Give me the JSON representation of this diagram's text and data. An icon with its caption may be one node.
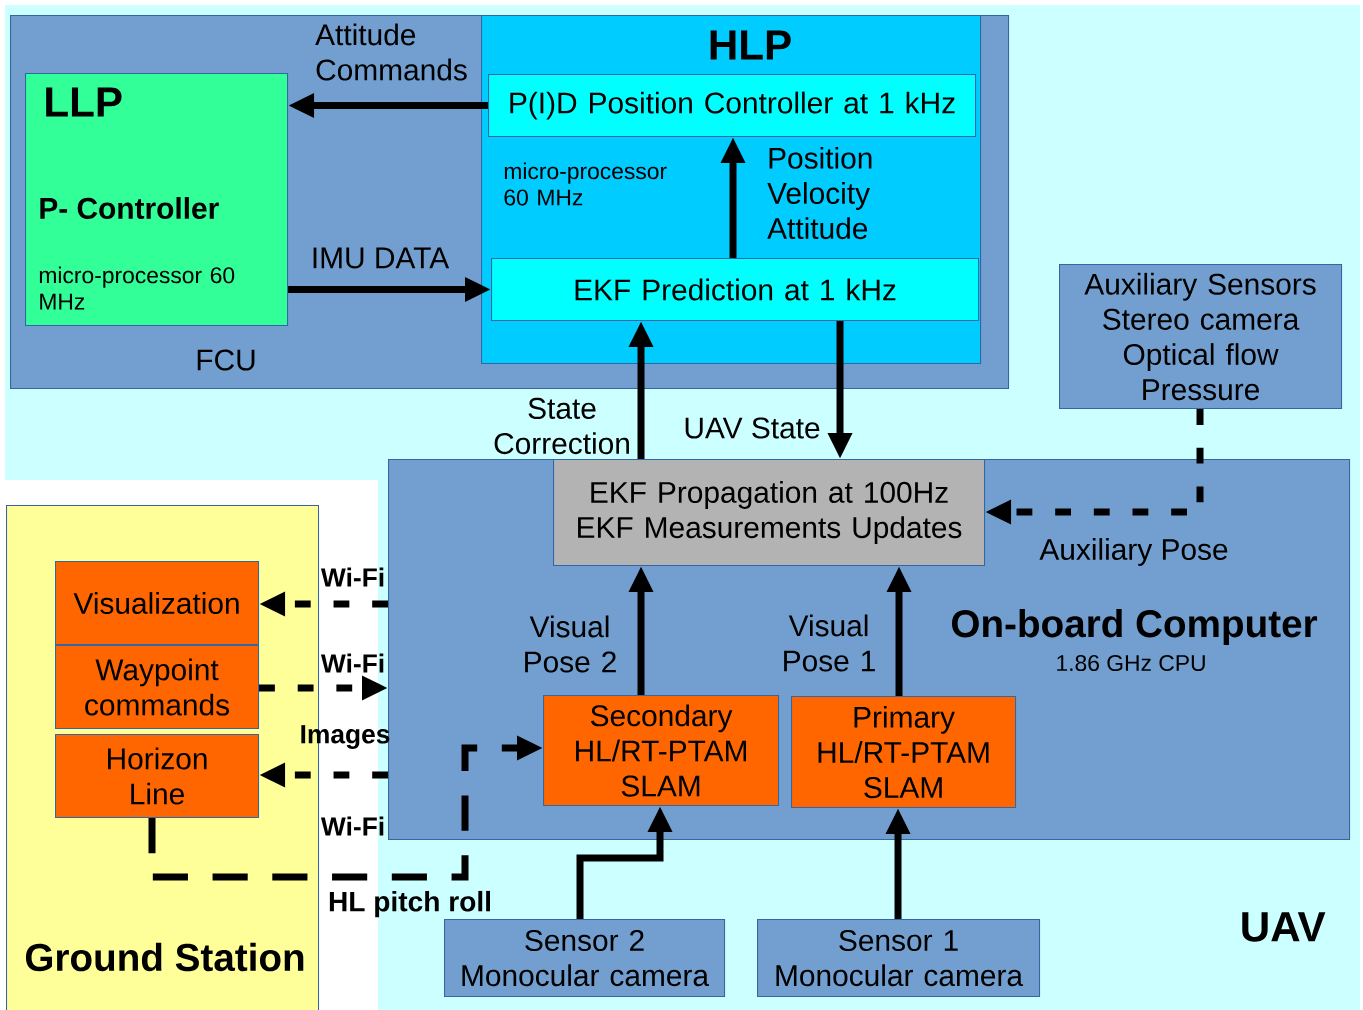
{
  "diagram": {
    "nodes": [
      {
        "text": [
          "UAV"
        ]
      },
      {
        "text": [
          "FCU"
        ],
        "in": 0
      },
      {
        "text": [
          "LLP",
          "P- Controller",
          "micro-processor 60 MHz"
        ],
        "in": 1
      },
      {
        "text": [
          "HLP",
          "micro-processor 60 MHz"
        ],
        "in": 1
      },
      {
        "text": [
          "P(I)D Position Controller at 1 kHz"
        ],
        "in": 3
      },
      {
        "text": [
          "EKF Prediction  at 1 kHz"
        ],
        "in": 3
      },
      {
        "text": [
          "On-board Computer",
          "1.86 GHz CPU"
        ],
        "in": 0
      },
      {
        "text": [
          "EKF Propagation at 100Hz EKF Measurements Updates"
        ],
        "in": 6
      },
      {
        "text": [
          "Secondary HL/RT-PTAM SLAM"
        ],
        "in": 6
      },
      {
        "text": [
          "Primary HL/RT-PTAM SLAM"
        ],
        "in": 6
      },
      {
        "text": [
          "Auxiliary Sensors Stereo camera Optical flow Pressure"
        ],
        "in": 0
      },
      {
        "text": [
          "Sensor 2 Monocular camera"
        ],
        "in": 0
      },
      {
        "text": [
          "Sensor 1 Monocular camera"
        ],
        "in": 0
      },
      {
        "text": [
          "Ground Station"
        ]
      },
      {
        "text": [
          "Visualization"
        ],
        "in": 13
      },
      {
        "text": [
          "Waypoint commands"
        ],
        "in": 13
      },
      {
        "text": [
          "Horizon Line"
        ],
        "in": 13
      }
    ],
    "edges": [
      {
        "from": 4,
        "to": 2,
        "arrow": "to",
        "label": "Attitude Commands"
      },
      {
        "from": 2,
        "to": 5,
        "arrow": "to",
        "label": "IMU DATA"
      },
      {
        "from": 5,
        "to": 4,
        "arrow": "to",
        "label": "Position Velocity Attitude"
      },
      {
        "from": 7,
        "to": 5,
        "arrow": "to",
        "label": "State Correction"
      },
      {
        "from": 5,
        "to": 7,
        "arrow": "to",
        "label": "UAV State"
      },
      {
        "from": 10,
        "to": 7,
        "arrow": "to",
        "label": "Auxiliary Pose",
        "style": "dashed"
      },
      {
        "from": 8,
        "to": 7,
        "arrow": "to",
        "label": "Visual Pose 2"
      },
      {
        "from": 9,
        "to": 7,
        "arrow": "to",
        "label": "Visual Pose 1"
      },
      {
        "from": 11,
        "to": 8,
        "arrow": "to"
      },
      {
        "from": 12,
        "to": 9,
        "arrow": "to"
      },
      {
        "from": 6,
        "to": 14,
        "arrow": "to",
        "label": "Wi-Fi",
        "style": "dashed"
      },
      {
        "from": 15,
        "to": 6,
        "arrow": "to",
        "label": "Wi-Fi",
        "style": "dashed"
      },
      {
        "from": 6,
        "to": 16,
        "arrow": "to",
        "label": "Images",
        "style": "dashed"
      },
      {
        "from": 16,
        "to": 8,
        "arrow": "to",
        "label": "HL pitch roll",
        "style": "dashed"
      }
    ],
    "labels": [
      "Wi-Fi"
    ]
  }
}
